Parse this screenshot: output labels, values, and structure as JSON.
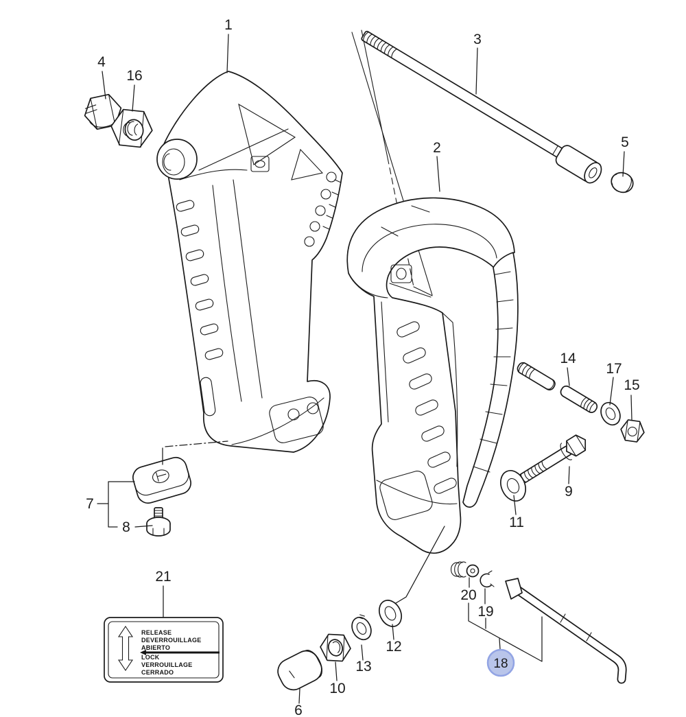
{
  "diagram": {
    "background": "#ffffff",
    "line_color": "#1a1a1a",
    "callouts": {
      "c1": "1",
      "c2": "2",
      "c3": "3",
      "c4": "4",
      "c5": "5",
      "c6": "6",
      "c7": "7",
      "c8": "8",
      "c9": "9",
      "c10": "10",
      "c11": "11",
      "c12": "12",
      "c13": "13",
      "c14": "14",
      "c15": "15",
      "c16": "16",
      "c17": "17",
      "c18": "18",
      "c19": "19",
      "c20": "20",
      "c21": "21"
    },
    "highlight": {
      "selected_part": "18",
      "fill": "#b9c5ea",
      "stroke": "#92a4e4",
      "text_color": "#24305e"
    },
    "label_plate": {
      "line1": "RELEASE",
      "line2": "DEVERROUILLAGE",
      "line3": "ABIERTO",
      "line4": "LOCK",
      "line5": "VERROUILLAGE",
      "line6": "CERRADO"
    }
  }
}
